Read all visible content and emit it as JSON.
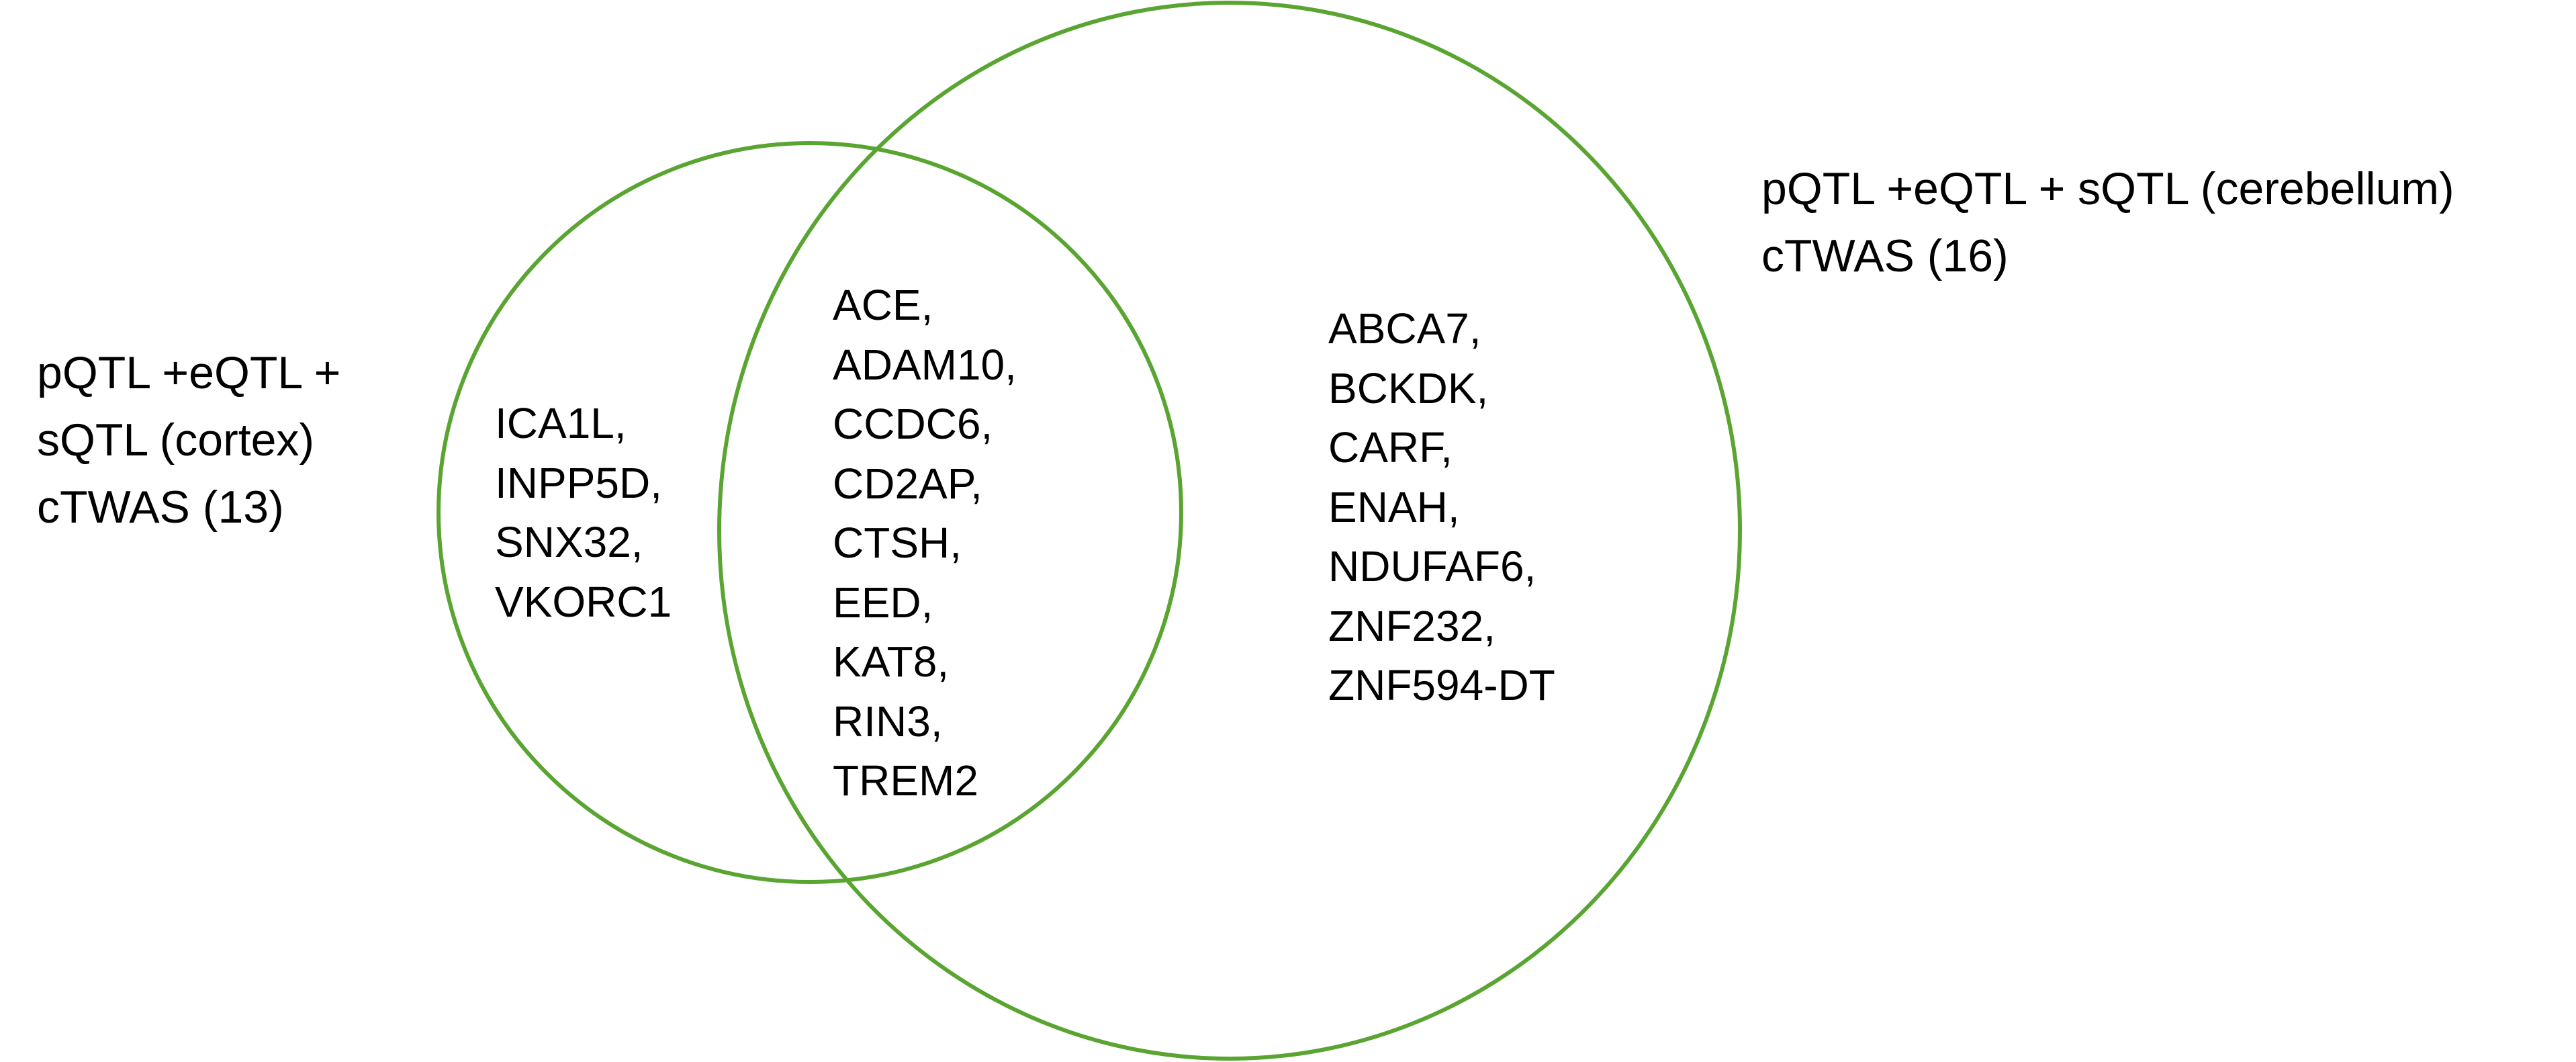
{
  "diagram": {
    "type": "venn",
    "stroke_color": "#5aa532",
    "sets": [
      {
        "name": "cortex",
        "label_lines": [
          "pQTL +eQTL +",
          "sQTL (cortex)",
          "cTWAS (13)"
        ]
      },
      {
        "name": "cerebellum",
        "label_lines": [
          "pQTL +eQTL + sQTL (cerebellum)",
          "cTWAS (16)"
        ]
      }
    ],
    "regions": {
      "cortex_only": [
        "ICA1L,",
        "INPP5D,",
        "SNX32,",
        "VKORC1"
      ],
      "shared": [
        "ACE,",
        "ADAM10,",
        "CCDC6,",
        "CD2AP,",
        "CTSH,",
        "EED,",
        "KAT8,",
        "RIN3,",
        "TREM2"
      ],
      "cerebellum_only": [
        "ABCA7,",
        "BCKDK,",
        "CARF,",
        "ENAH,",
        "NDUFAF6,",
        "ZNF232,",
        "ZNF594-DT"
      ]
    }
  }
}
